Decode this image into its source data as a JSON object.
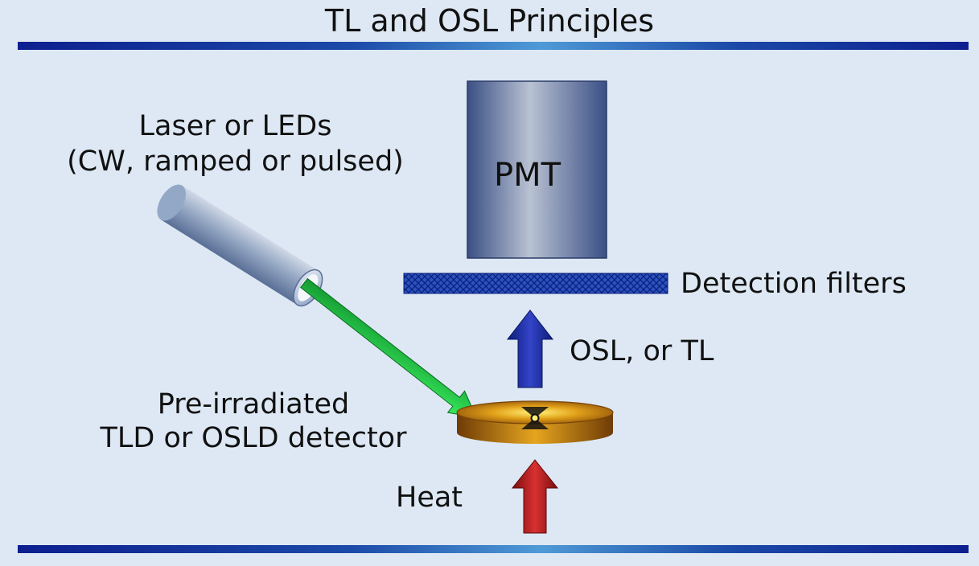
{
  "title": "TL and OSL Principles",
  "labels": {
    "light_source_line1": "Laser or LEDs",
    "light_source_line2": "(CW, ramped or pulsed)",
    "pmt": "PMT",
    "filters": "Detection filters",
    "signal": "OSL, or TL",
    "detector_line1": "Pre-irradiated",
    "detector_line2": "TLD or OSLD detector",
    "heat": "Heat"
  },
  "colors": {
    "background": "#dde8f4",
    "rule": "#0d1f8f",
    "stimulation_arrow": "#22cc33",
    "signal_arrow": "#1a1a9a",
    "heat_arrow": "#b01818",
    "detector": "#c8860a",
    "filter": "#1a3aa8"
  }
}
